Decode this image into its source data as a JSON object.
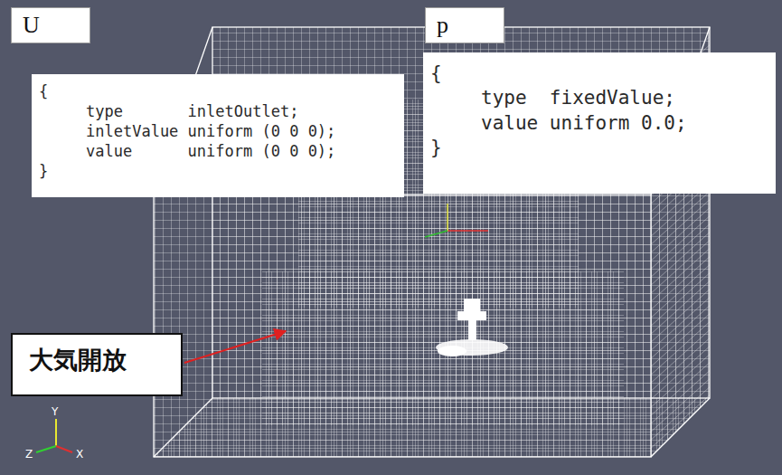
{
  "diagram": {
    "nodes": [
      {
        "text": [
          "U"
        ]
      },
      {
        "text": [
          "{",
          "type       inletOutlet;",
          "inletValue uniform (0 0 0);",
          "value      uniform (0 0 0);",
          "}"
        ]
      },
      {
        "text": [
          "p"
        ]
      },
      {
        "text": [
          "{",
          "type  fixedValue;",
          "value uniform 0.0;",
          "}"
        ]
      },
      {
        "text": [
          "大気開放"
        ]
      }
    ],
    "labels": [
      "Y",
      "Z",
      "X"
    ]
  }
}
